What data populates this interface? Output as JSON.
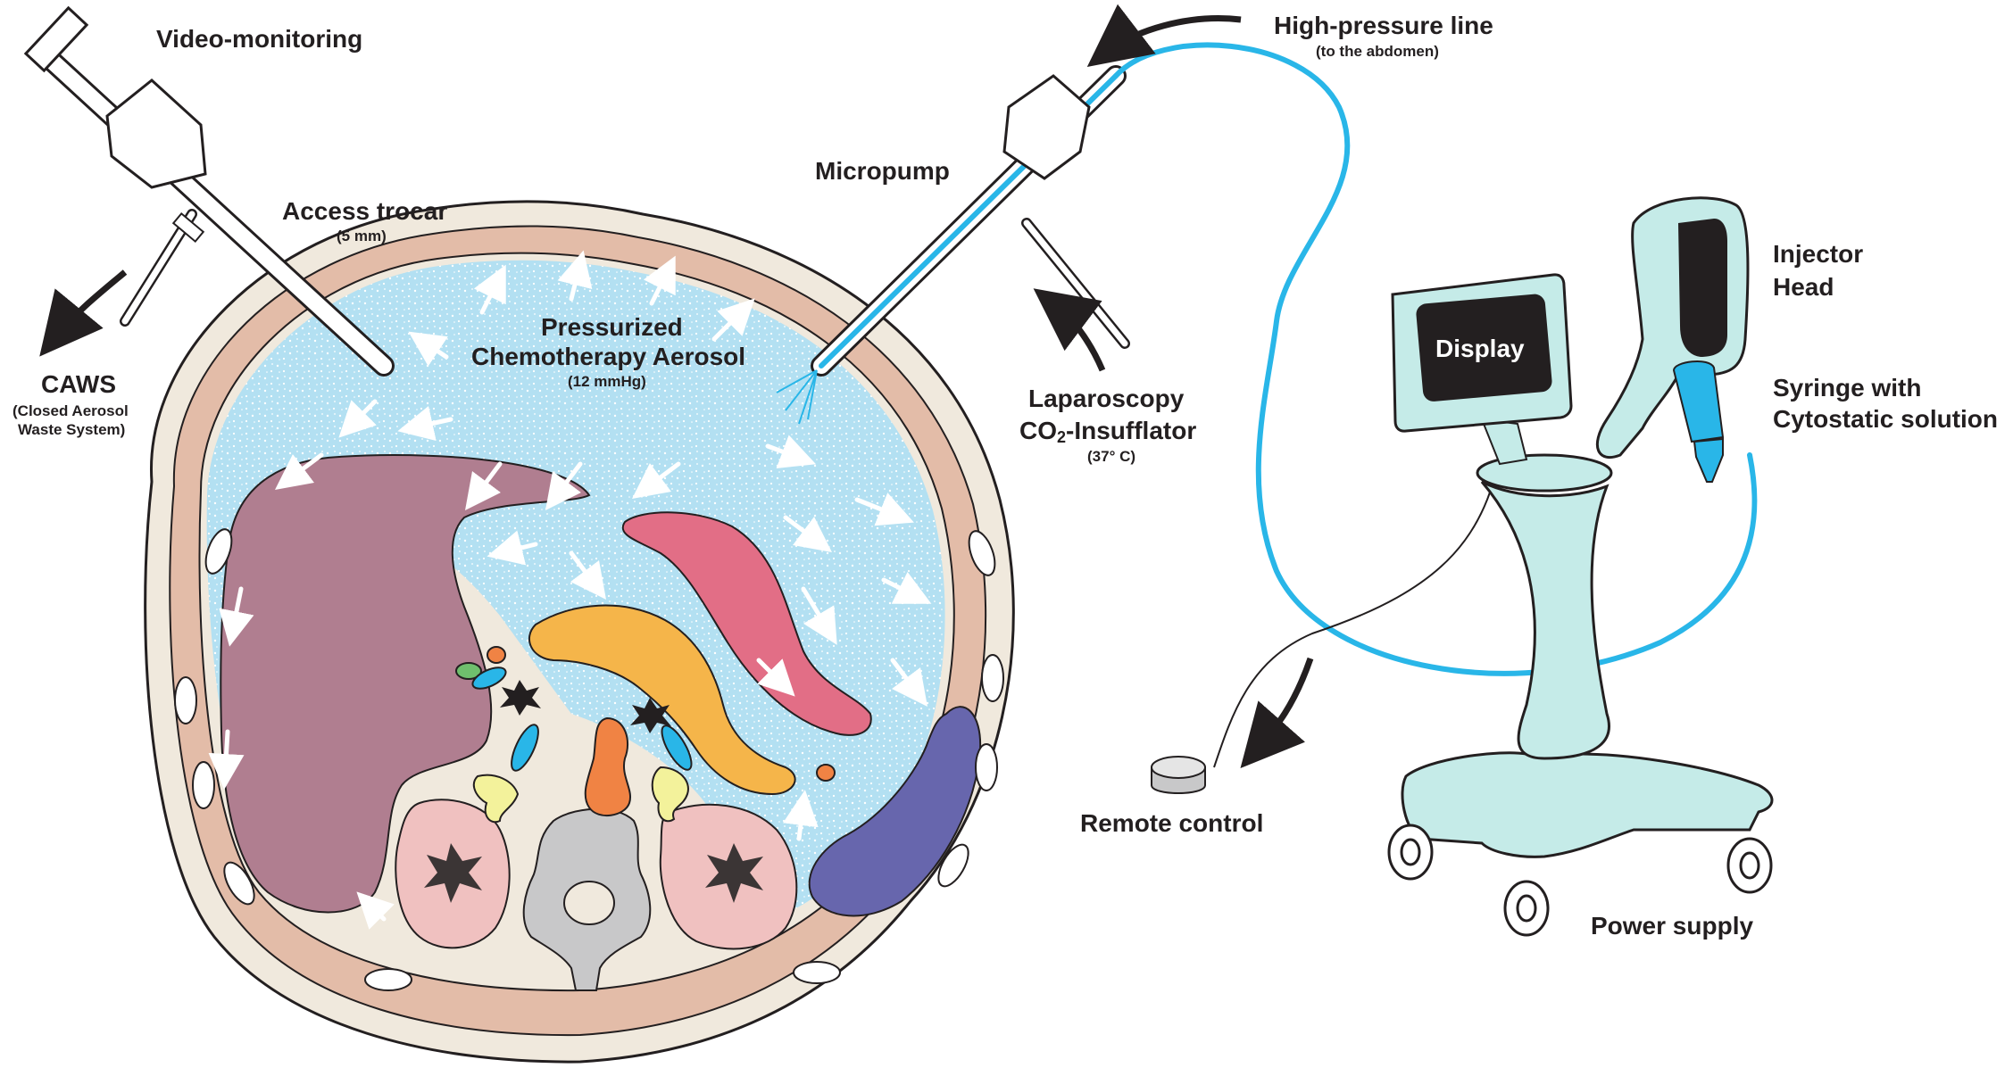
{
  "labels": {
    "video_monitoring": "Video-monitoring",
    "access_trocar": "Access trocar",
    "access_trocar_size": "(5 mm)",
    "caws": "CAWS",
    "caws_sub1": "(Closed Aerosol",
    "caws_sub2": "Waste System)",
    "aerosol_line1": "Pressurized",
    "aerosol_line2": "Chemotherapy Aerosol",
    "aerosol_pressure": "(12 mmHg)",
    "micropump": "Micropump",
    "high_pressure_line": "High-pressure line",
    "high_pressure_sub": "(to the abdomen)",
    "insufflator_line1": "Laparoscopy",
    "insufflator_co": "CO",
    "insufflator_sub2": "2",
    "insufflator_rest": "-Insufflator",
    "insufflator_temp": "(37° C)",
    "display": "Display",
    "injector_line1": "Injector",
    "injector_line2": "Head",
    "syringe_line1": "Syringe with",
    "syringe_line2": "Cytostatic solution",
    "remote_control": "Remote control",
    "power_supply": "Power supply"
  },
  "colors": {
    "aerosol_blue": "#b3e0f2",
    "line_blue": "#29b6e8",
    "device_teal": "#c5ebe8",
    "muscle": "#e3bca8",
    "liver": "#b07e90",
    "spleen": "#6766ad",
    "pancreas": "#f5b54a",
    "stomach": "#e26e86",
    "kidney": "#f0c1c0",
    "aorta": "#f08344",
    "skin": "#f0e9dd"
  },
  "icons": [
    "arrow-icon",
    "star-vessel-icon",
    "caster-wheel-icon"
  ]
}
